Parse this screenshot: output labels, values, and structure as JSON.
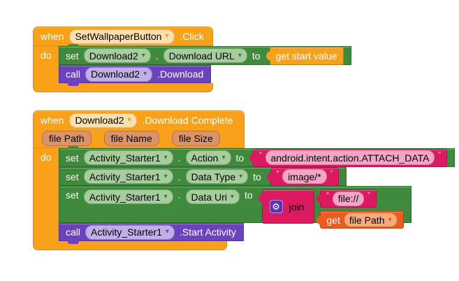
{
  "keywords": {
    "when": "when",
    "do": "do",
    "set": "set",
    "call": "call",
    "to": "to",
    "get": "get",
    "join": "join",
    "dot": ".",
    "quote_open": "“",
    "quote_close": "”",
    "dropdown_arrow": "▾",
    "gear_icon": "⚙"
  },
  "colors": {
    "event_gold": "#F9A11B",
    "setter_green": "#3F8A3D",
    "call_purple": "#6C43BF",
    "text_magenta": "#DB1A62",
    "variable_orange": "#EF5A21",
    "gear_indigo": "#5B2FBF",
    "param_chip": "#DB9468",
    "component_chip_cream": "#FCE1AE"
  },
  "stack1": {
    "when_component": "SetWallpaperButton",
    "when_event": ".Click",
    "set_component": "Download2",
    "set_property": "Download URL",
    "value_label": "get start value",
    "call_component": "Download2",
    "call_method": ".Download"
  },
  "stack2": {
    "when_component": "Download2",
    "when_event": ".Download Complete",
    "params": [
      "file Path",
      "file Name",
      "file Size"
    ],
    "row_action": {
      "component": "Activity_Starter1",
      "property": "Action",
      "value": "android.intent.action.ATTACH_DATA"
    },
    "row_datatype": {
      "component": "Activity_Starter1",
      "property": "Data Type",
      "value": "image/*"
    },
    "row_datauri": {
      "component": "Activity_Starter1",
      "property": "Data Uri",
      "join_arg1": "file://",
      "join_arg2": "file Path"
    },
    "call_component": "Activity_Starter1",
    "call_method": ".Start Activity"
  }
}
